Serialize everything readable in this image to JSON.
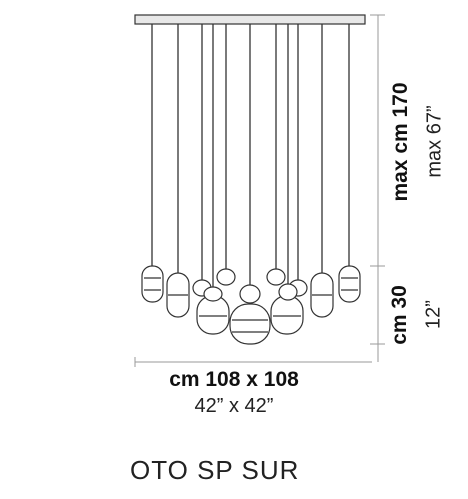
{
  "product": {
    "model_name": "OTO SP SUR"
  },
  "dimensions": {
    "width_metric": "cm 108 x 108",
    "width_imperial": "42” x 42”",
    "max_height_metric": "max cm 170",
    "max_height_imperial": "max 67”",
    "body_height_metric": "cm 30",
    "body_height_imperial": "12”"
  },
  "colors": {
    "line": "#333333",
    "dimension_line": "#9a9a9a",
    "canopy_fill": "#e8e8e8"
  }
}
